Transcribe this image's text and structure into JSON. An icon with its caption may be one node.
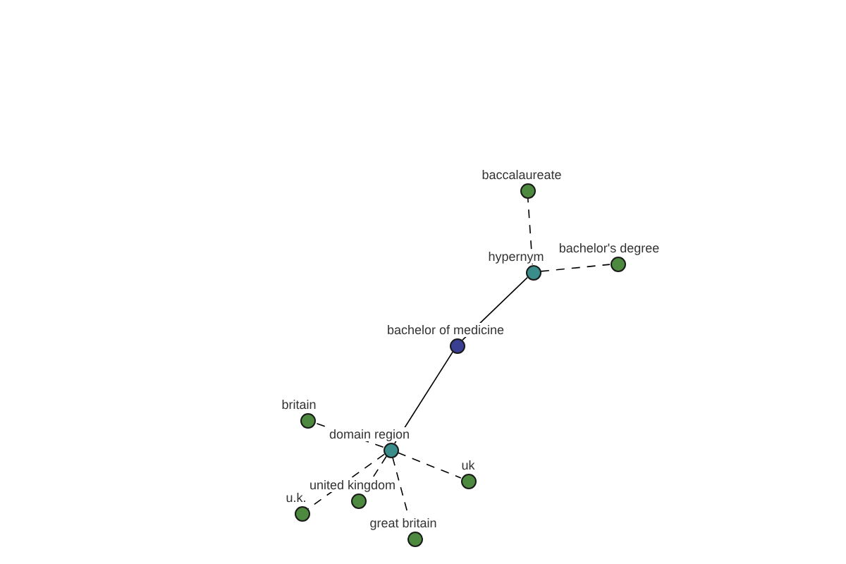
{
  "diagram": {
    "nodes": [
      {
        "text": [],
        "shape": "circle",
        "beside": [
          "bachelor of medicine"
        ]
      },
      {
        "text": [],
        "shape": "circle",
        "beside": [
          "hypernym"
        ]
      },
      {
        "text": [],
        "shape": "circle",
        "beside": [
          "baccalaureate"
        ]
      },
      {
        "text": [],
        "shape": "circle",
        "beside": [
          "bachelor's degree"
        ]
      },
      {
        "text": [],
        "shape": "circle",
        "beside": [
          "domain region"
        ]
      },
      {
        "text": [],
        "shape": "circle",
        "beside": [
          "britain"
        ]
      },
      {
        "text": [],
        "shape": "circle",
        "beside": [
          "uk"
        ]
      },
      {
        "text": [],
        "shape": "circle",
        "beside": [
          "united kingdom"
        ]
      },
      {
        "text": [],
        "shape": "circle",
        "beside": [
          "u.k."
        ]
      },
      {
        "text": [],
        "shape": "circle",
        "beside": [
          "great britain"
        ]
      }
    ],
    "edges": [
      {
        "from": 0,
        "to": 1,
        "arrow": "none"
      },
      {
        "from": 1,
        "to": 2,
        "arrow": "none",
        "style": "dashed"
      },
      {
        "from": 1,
        "to": 3,
        "arrow": "none",
        "style": "dashed"
      },
      {
        "from": 0,
        "to": 4,
        "arrow": "none"
      },
      {
        "from": 4,
        "to": 5,
        "arrow": "none",
        "style": "dashed"
      },
      {
        "from": 4,
        "to": 6,
        "arrow": "none",
        "style": "dashed"
      },
      {
        "from": 4,
        "to": 7,
        "arrow": "none",
        "style": "dashed"
      },
      {
        "from": 4,
        "to": 8,
        "arrow": "none",
        "style": "dashed"
      },
      {
        "from": 4,
        "to": 9,
        "arrow": "none",
        "style": "dashed"
      }
    ]
  }
}
